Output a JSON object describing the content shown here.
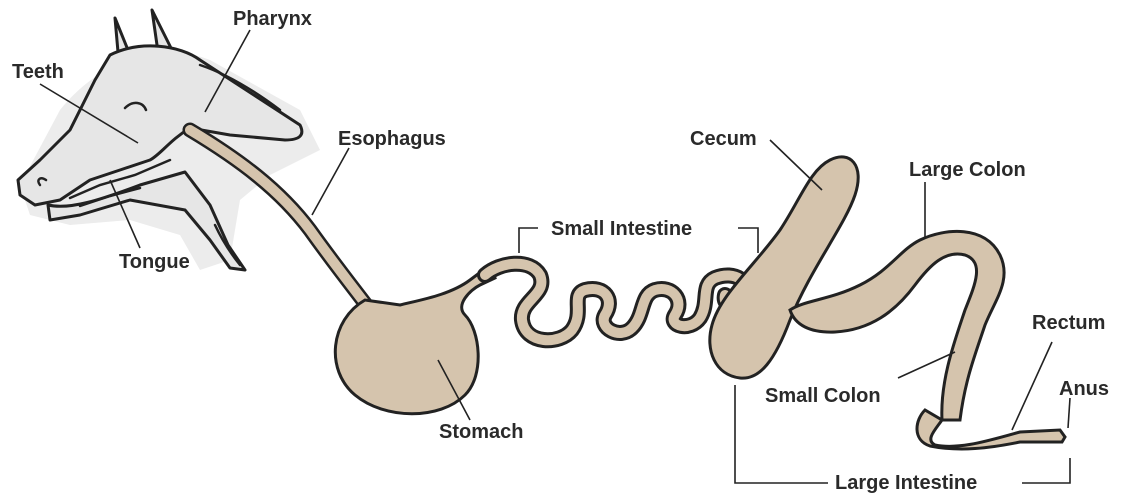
{
  "labels": {
    "teeth": "Teeth",
    "pharynx": "Pharynx",
    "esophagus": "Esophagus",
    "tongue": "Tongue",
    "stomach": "Stomach",
    "small_intestine": "Small Intestine",
    "cecum": "Cecum",
    "large_colon": "Large Colon",
    "small_colon": "Small Colon",
    "rectum": "Rectum",
    "anus": "Anus",
    "large_intestine": "Large Intestine"
  },
  "colors": {
    "organ_fill": "#d5c4ad",
    "outline": "#222222",
    "head_fill": "#e6e6e6",
    "label_text": "#2a2a2a"
  }
}
